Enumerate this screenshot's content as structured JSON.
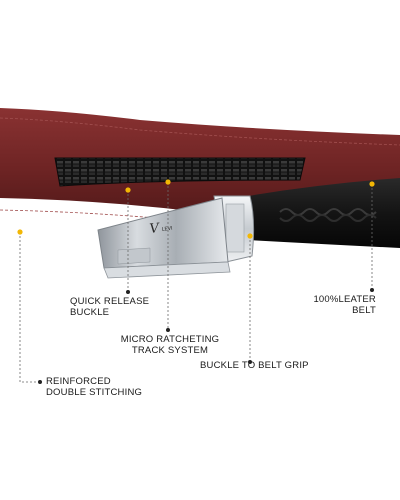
{
  "product": {
    "brand_mark": "V",
    "brand_sub": "LEVI",
    "colors": {
      "leather_brown": "#6e2424",
      "leather_black": "#161616",
      "buckle_silver": "#b7bcc2",
      "marker_yellow": "#f2b705",
      "leader_line": "#6a6a6a"
    }
  },
  "callouts": {
    "quick_release": {
      "line1": "QUICK RELEASE",
      "line2": "BUCKLE"
    },
    "micro_ratchet": {
      "line1": "MICRO RATCHETING",
      "line2": "TRACK SYSTEM"
    },
    "leather": {
      "line1": "100%LEATER",
      "line2": "BELT"
    },
    "buckle_grip": {
      "line1": "BUCKLE TO BELT GRIP"
    },
    "stitching": {
      "line1": "REINFORCED",
      "line2": "DOUBLE STITCHING"
    }
  }
}
